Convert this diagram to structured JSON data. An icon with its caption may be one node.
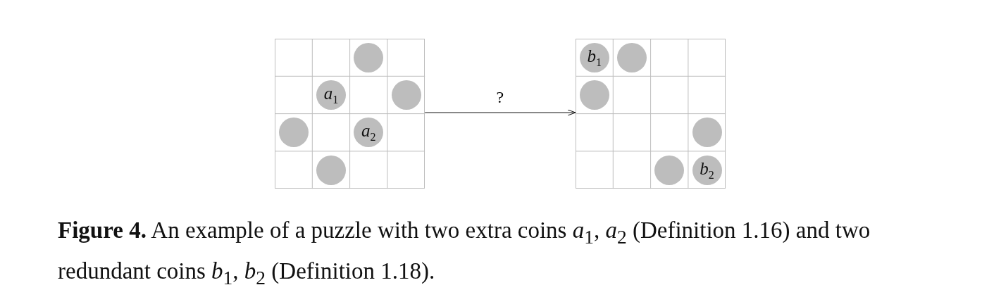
{
  "diagram": {
    "caption": "**Figure 4.** An example of a puzzle with two extra coins *a*$_{1}$, *a*$_{2}$ (Definition 1.16) and two redundant coins *b*$_{1}$, *b*$_{2}$ (Definition 1.18).",
    "nodes": [
      {
        "text": [],
        "shape": "box"
      },
      {
        "text": [],
        "shape": "circle",
        "in": 0
      },
      {
        "text": [
          "*a*$_{1}$"
        ],
        "in": 0
      },
      {
        "text": [],
        "shape": "circle",
        "in": 0
      },
      {
        "text": [],
        "shape": "circle",
        "in": 0
      },
      {
        "text": [
          "*a*$_{2}$"
        ],
        "in": 0
      },
      {
        "text": [],
        "shape": "circle",
        "in": 0
      },
      {
        "text": [],
        "shape": "box"
      },
      {
        "text": [
          "*b*$_{1}$"
        ],
        "in": 7
      },
      {
        "text": [],
        "shape": "circle",
        "in": 7
      },
      {
        "text": [],
        "shape": "circle",
        "in": 7
      },
      {
        "text": [],
        "shape": "circle",
        "in": 7
      },
      {
        "text": [],
        "shape": "circle",
        "in": 7
      },
      {
        "text": [
          "*b*$_{2}$"
        ],
        "in": 7
      }
    ],
    "edges": [
      {
        "from": 0,
        "to": 7,
        "arrow": "to",
        "label": "?"
      }
    ]
  }
}
